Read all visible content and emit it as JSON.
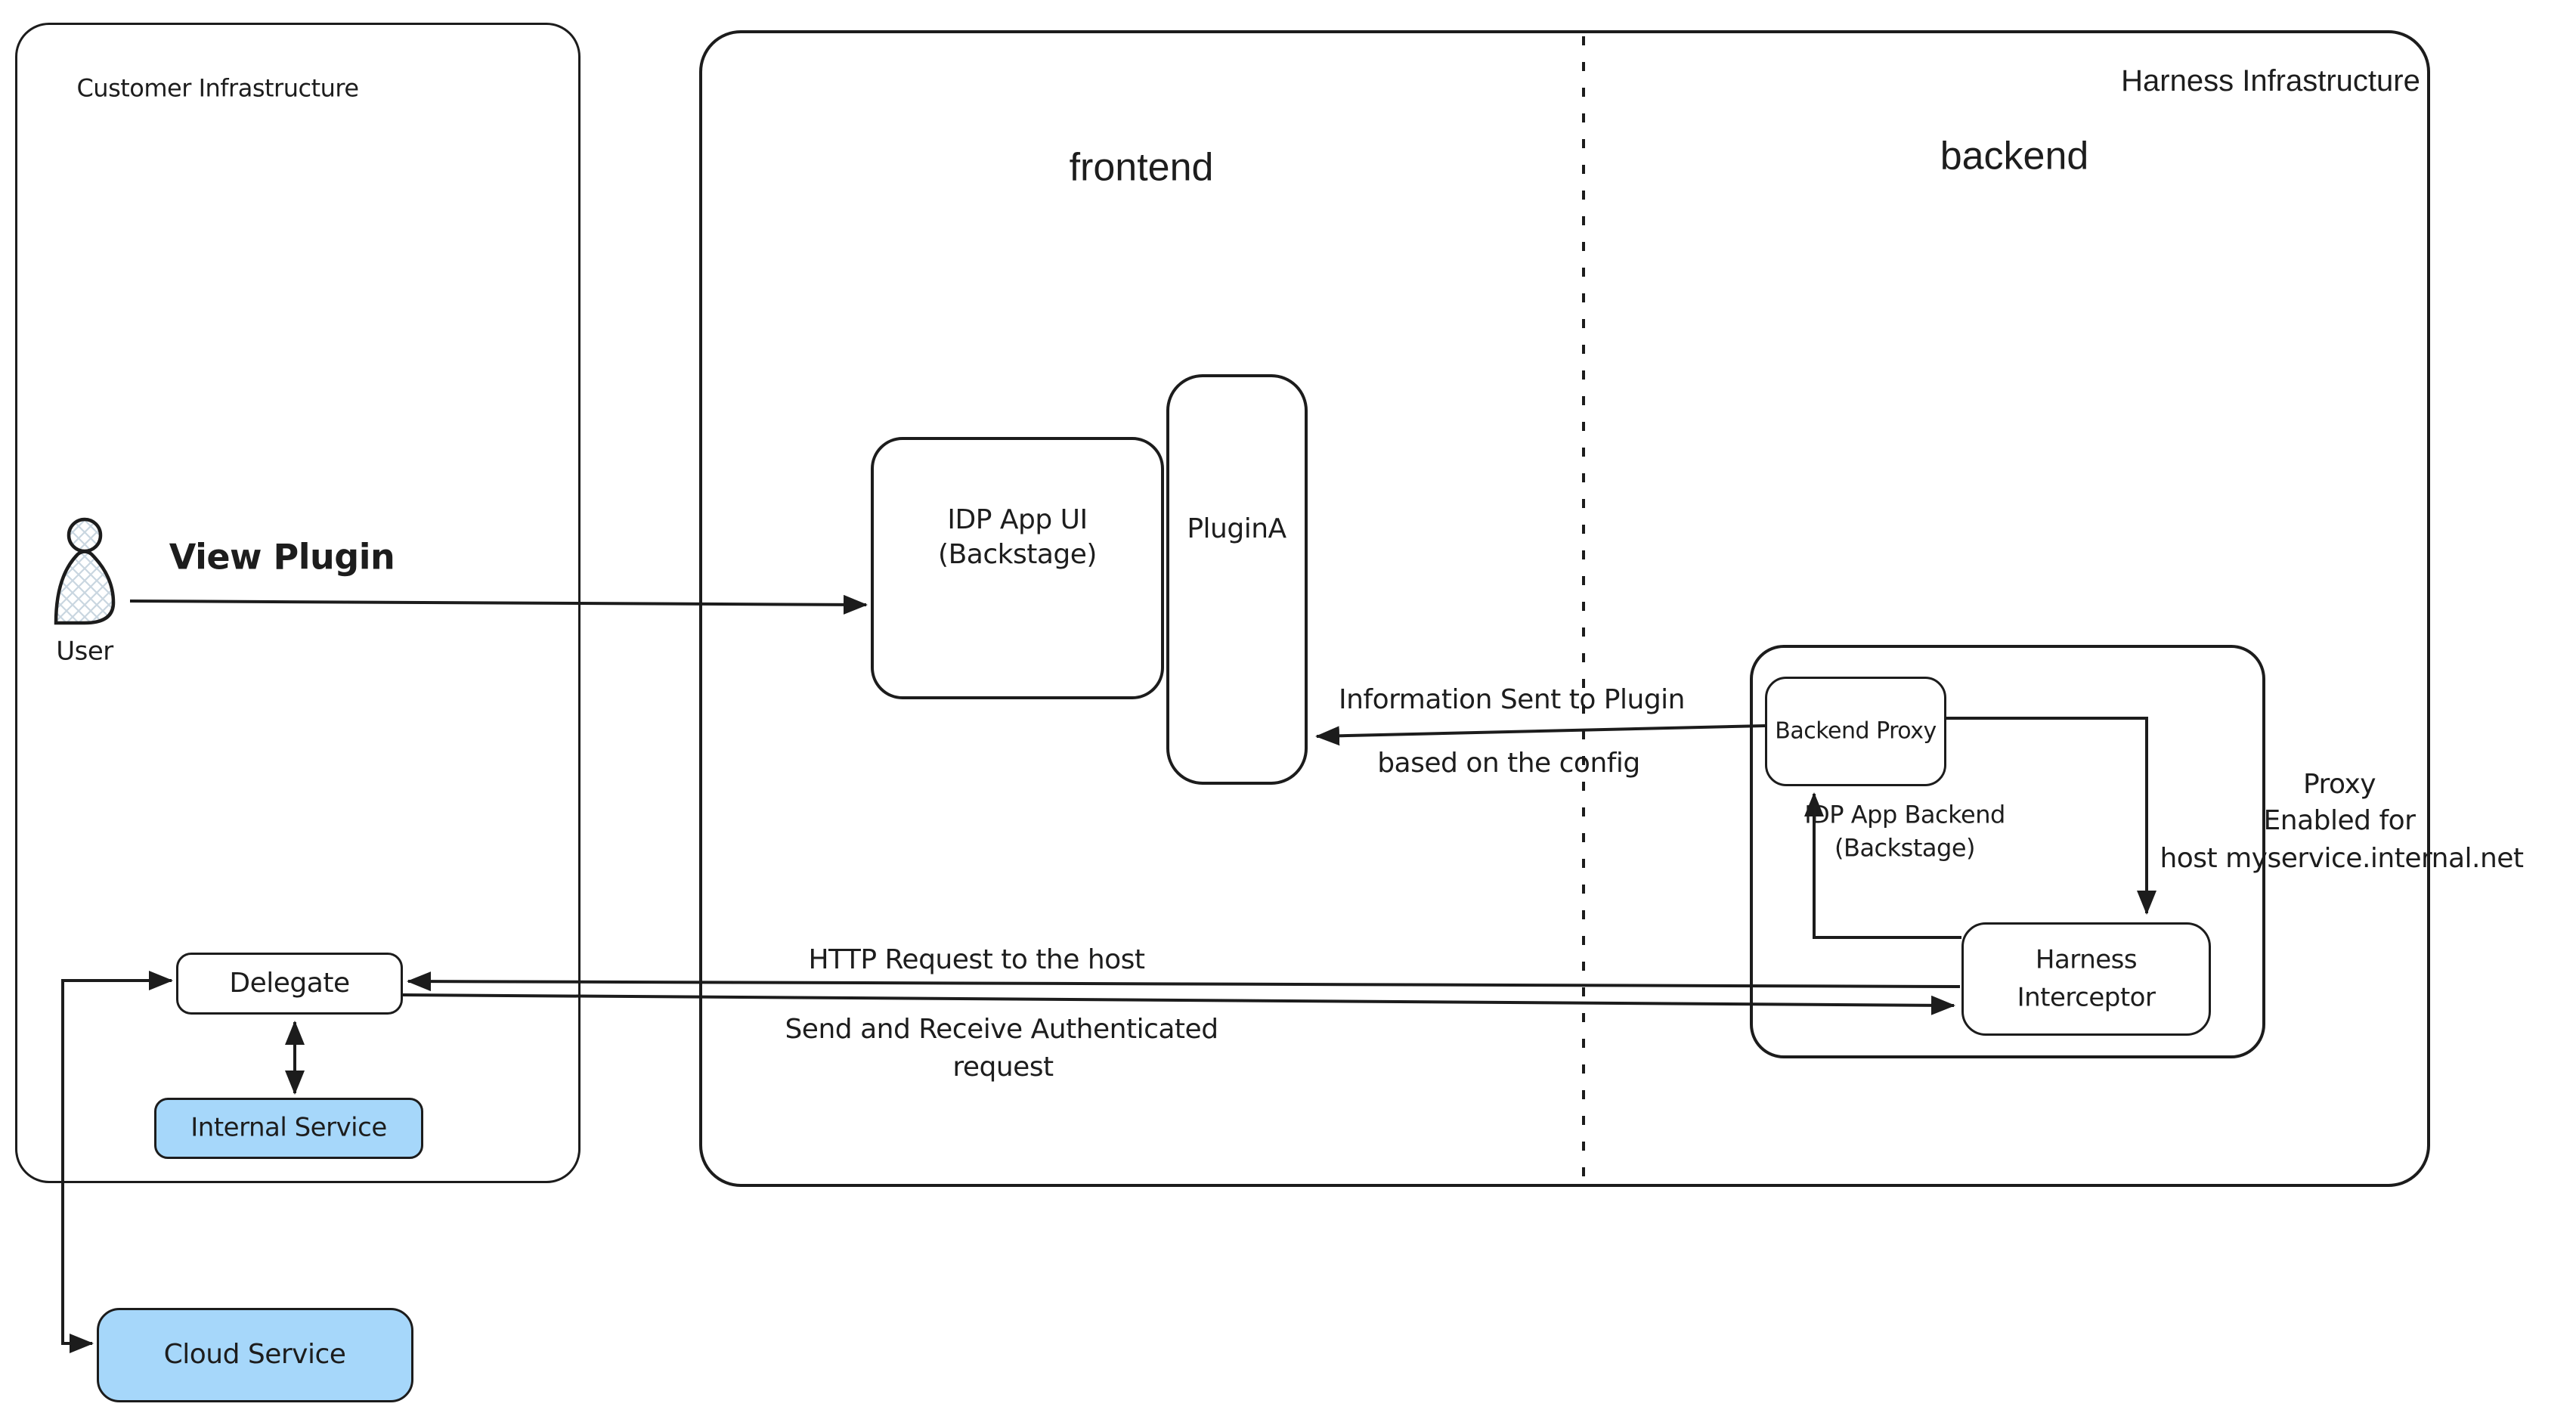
{
  "diagram": {
    "customer": {
      "title": "Customer Infrastructure",
      "user_label": "User",
      "delegate_label": "Delegate",
      "internal_service_label": "Internal Service",
      "cloud_service_label": "Cloud Service"
    },
    "harness": {
      "title": "Harness Infrastructure",
      "frontend_section_label": "frontend",
      "backend_section_label": "backend",
      "idp_app_ui_line1": "IDP App UI",
      "idp_app_ui_line2": "(Backstage)",
      "plugin_label": "PluginA",
      "backend_proxy_label": "Backend Proxy",
      "idp_app_backend_line1": "IDP App Backend",
      "idp_app_backend_line2": "(Backstage)",
      "interceptor_line1": "Harness",
      "interceptor_line2": "Interceptor"
    },
    "annotations": {
      "view_plugin": "View Plugin",
      "info_sent_line1": "Information Sent to Plugin",
      "info_sent_line2": "based on the config",
      "http_request": "HTTP Request to the host",
      "send_receive_line1": "Send and Receive Authenticated",
      "send_receive_line2": "request",
      "proxy_enabled_line1": "Proxy",
      "proxy_enabled_line2": "Enabled for",
      "proxy_enabled_line3": "host myservice.internal.net"
    },
    "colors": {
      "stroke": "#1c1c1c",
      "service_fill": "#a6d7fa",
      "background": "#ffffff"
    }
  }
}
